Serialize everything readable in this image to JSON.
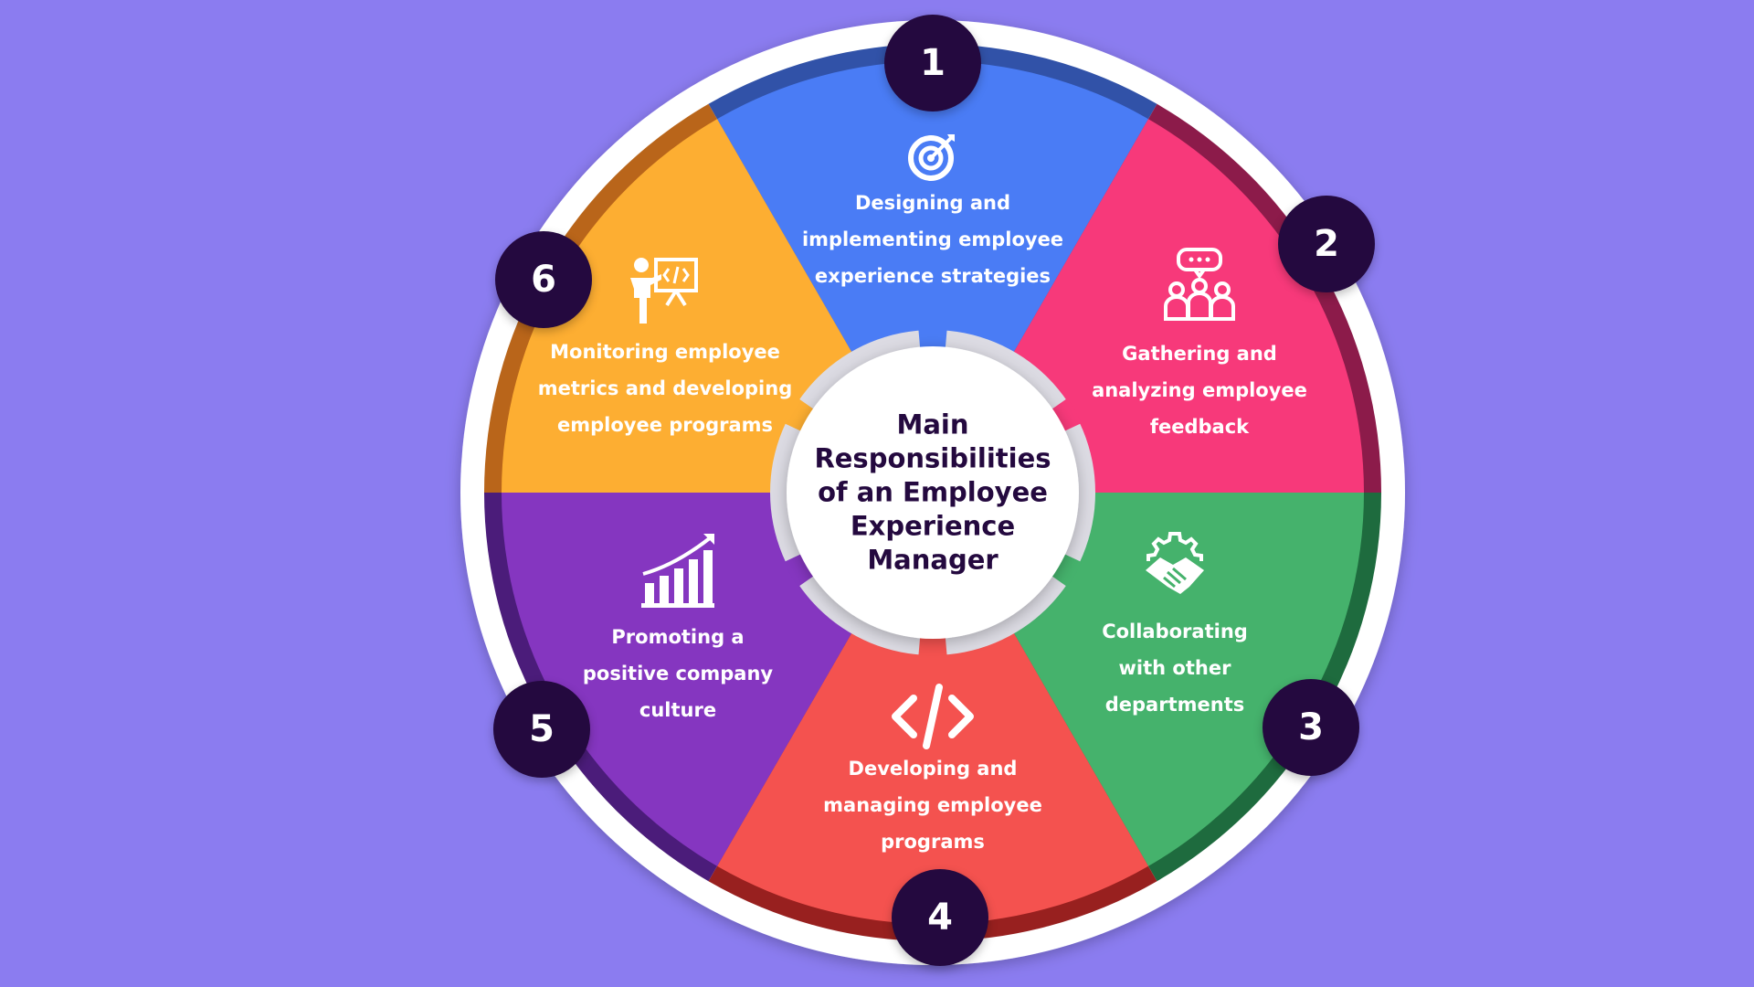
{
  "title": [
    "Main",
    "Responsibilities",
    "of an Employee",
    "Experience",
    "Manager"
  ],
  "colors": {
    "background": "#8b7cf0",
    "badge": "#24093f"
  },
  "segments": [
    {
      "number": "1",
      "icon": "target-icon",
      "lines": [
        "Designing and",
        "implementing employee",
        "experience strategies"
      ],
      "color": "#4a7cf5",
      "ring": "#3152a8"
    },
    {
      "number": "2",
      "icon": "team-feedback-icon",
      "lines": [
        "Gathering and",
        "analyzing employee",
        "feedback"
      ],
      "color": "#f7397a",
      "ring": "#8c1b4a"
    },
    {
      "number": "3",
      "icon": "handshake-gear-icon",
      "lines": [
        "Collaborating",
        "with other",
        "departments"
      ],
      "color": "#45b26c",
      "ring": "#1e6b3e"
    },
    {
      "number": "4",
      "icon": "code-icon",
      "lines": [
        "Developing and",
        "managing employee",
        "programs"
      ],
      "color": "#f4524f",
      "ring": "#98201f"
    },
    {
      "number": "5",
      "icon": "growth-chart-icon",
      "lines": [
        "Promoting a",
        "positive company",
        "culture"
      ],
      "color": "#8536c0",
      "ring": "#4b1c7a"
    },
    {
      "number": "6",
      "icon": "presenter-icon",
      "lines": [
        "Monitoring employee",
        "metrics and developing",
        "employee programs"
      ],
      "color": "#fdae32",
      "ring": "#b9651a"
    }
  ]
}
